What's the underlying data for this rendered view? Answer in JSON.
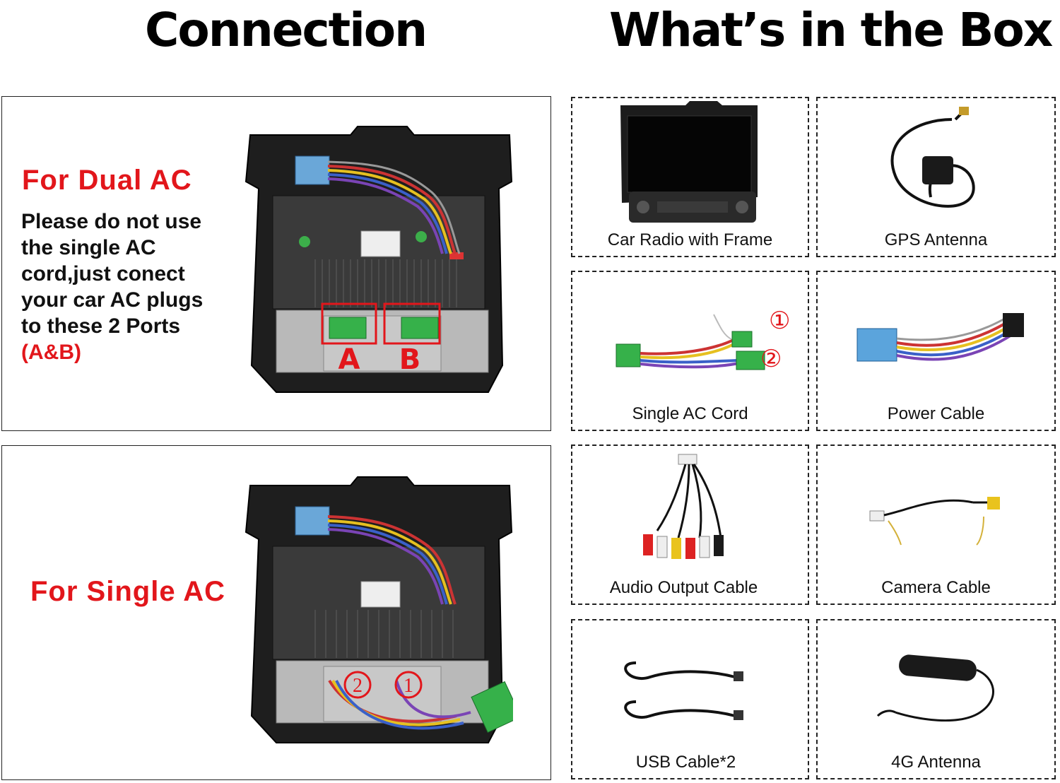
{
  "headings": {
    "connection": "Connection",
    "box": "What’s in the Box"
  },
  "dual": {
    "title": "For Dual AC",
    "lines": [
      "Please do not use",
      "the single AC",
      "cord,just conect",
      "your car AC plugs",
      "to these 2 Ports"
    ],
    "ports_note": "(A&B)",
    "port_a": "A",
    "port_b": "B"
  },
  "single": {
    "title": "For Single AC",
    "marker_1": "1",
    "marker_2": "2"
  },
  "box_items": [
    {
      "label": "Car Radio with Frame",
      "icon": "car-radio-icon"
    },
    {
      "label": "GPS Antenna",
      "icon": "gps-antenna-icon"
    },
    {
      "label": "Single AC Cord",
      "icon": "ac-cord-icon",
      "marker_1": "①",
      "marker_2": "②"
    },
    {
      "label": "Power Cable",
      "icon": "power-cable-icon"
    },
    {
      "label": "Audio Output Cable",
      "icon": "audio-cable-icon"
    },
    {
      "label": "Camera Cable",
      "icon": "camera-cable-icon"
    },
    {
      "label": "USB Cable*2",
      "icon": "usb-cable-icon"
    },
    {
      "label": "4G Antenna",
      "icon": "antenna-4g-icon"
    }
  ]
}
